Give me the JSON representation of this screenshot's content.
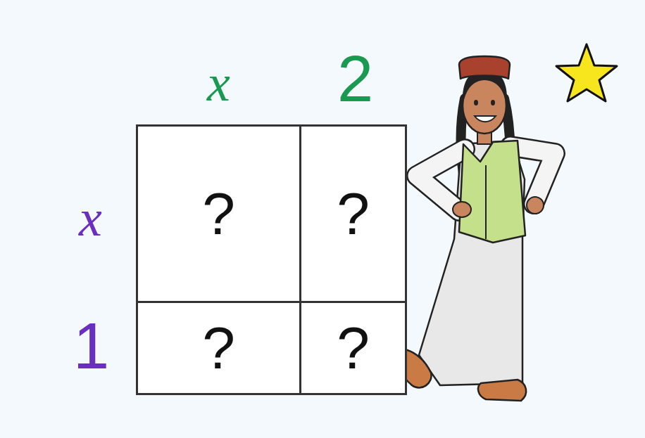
{
  "diagram": {
    "nodes": [
      {
        "text": [
          "?"
        ]
      },
      {
        "text": [
          "?"
        ]
      },
      {
        "text": [
          "?"
        ]
      },
      {
        "text": [
          "?"
        ]
      }
    ],
    "labels": [
      "x",
      "2",
      "x",
      "1"
    ]
  }
}
